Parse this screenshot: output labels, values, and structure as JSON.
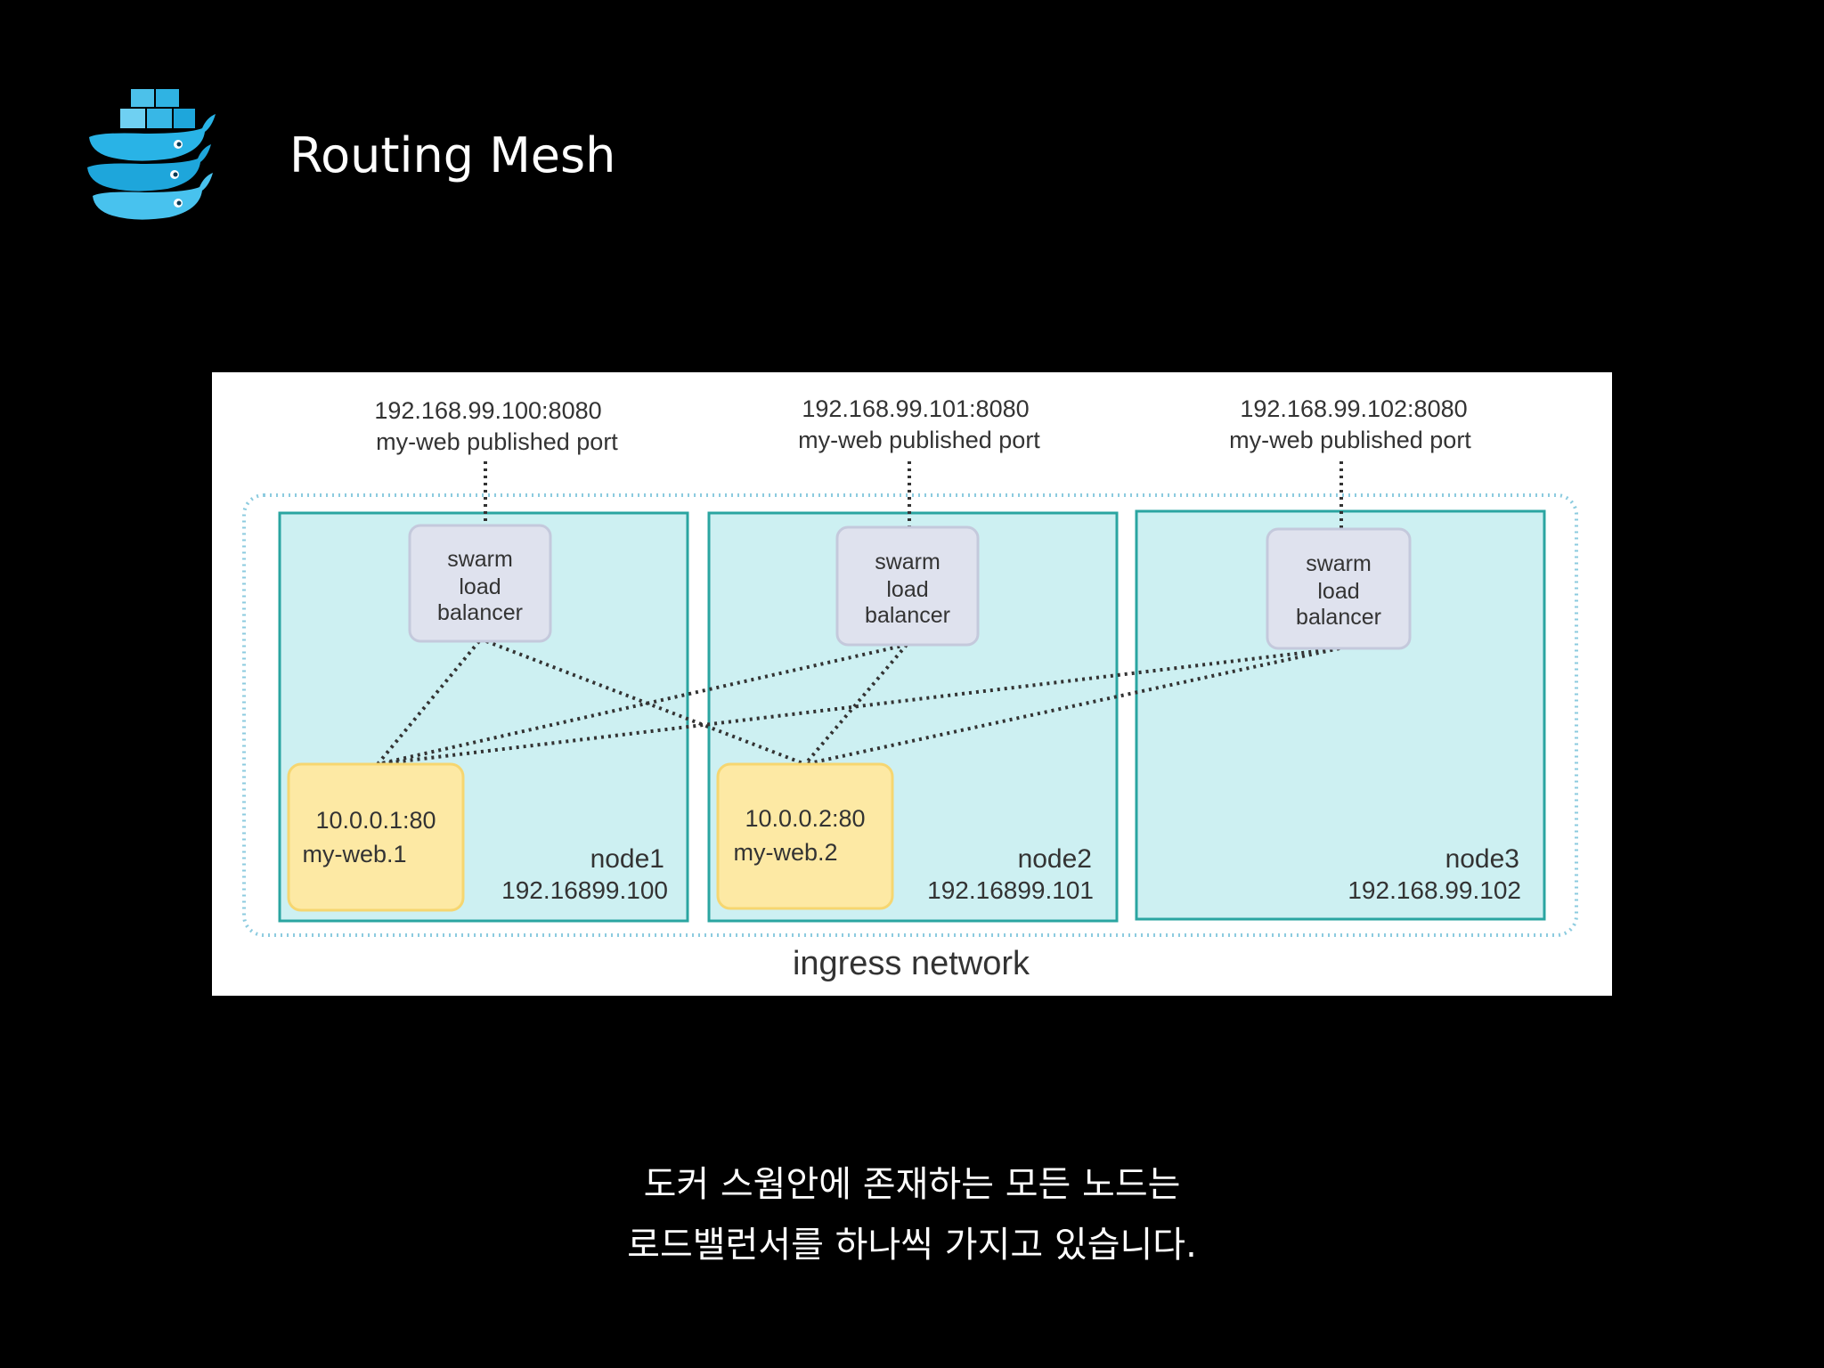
{
  "slide": {
    "title": "Routing Mesh",
    "logo_icon": "docker-swarm-whale-logo",
    "caption_lines": [
      "도커 스웜안에 존재하는 모든 노드는",
      "로드밸런서를 하나씩 가지고 있습니다."
    ]
  },
  "diagram": {
    "network_label": "ingress network",
    "ports": [
      {
        "address": "192.168.99.100:8080",
        "label": "my-web published port"
      },
      {
        "address": "192.168.99.101:8080",
        "label": "my-web published port"
      },
      {
        "address": "192.168.99.102:8080",
        "label": "my-web published port"
      }
    ],
    "nodes": [
      {
        "name": "node1",
        "ip": "192.16899.100"
      },
      {
        "name": "node2",
        "ip": "192.16899.101"
      },
      {
        "name": "node3",
        "ip": "192.168.99.102"
      }
    ],
    "load_balancer": {
      "line1": "swarm",
      "line2": "load",
      "line3": "balancer"
    },
    "containers": [
      {
        "address": "10.0.0.1:80",
        "name": "my-web.1"
      },
      {
        "address": "10.0.0.2:80",
        "name": "my-web.2"
      }
    ],
    "colors": {
      "node_fill": "#cdf0f2",
      "node_border": "#2aa5a1",
      "network_border": "#8ccbdf",
      "load_balancer_fill": "#dfe2ee",
      "container_fill": "#fde9a4",
      "container_border": "#f6d670",
      "line": "#333333"
    }
  }
}
